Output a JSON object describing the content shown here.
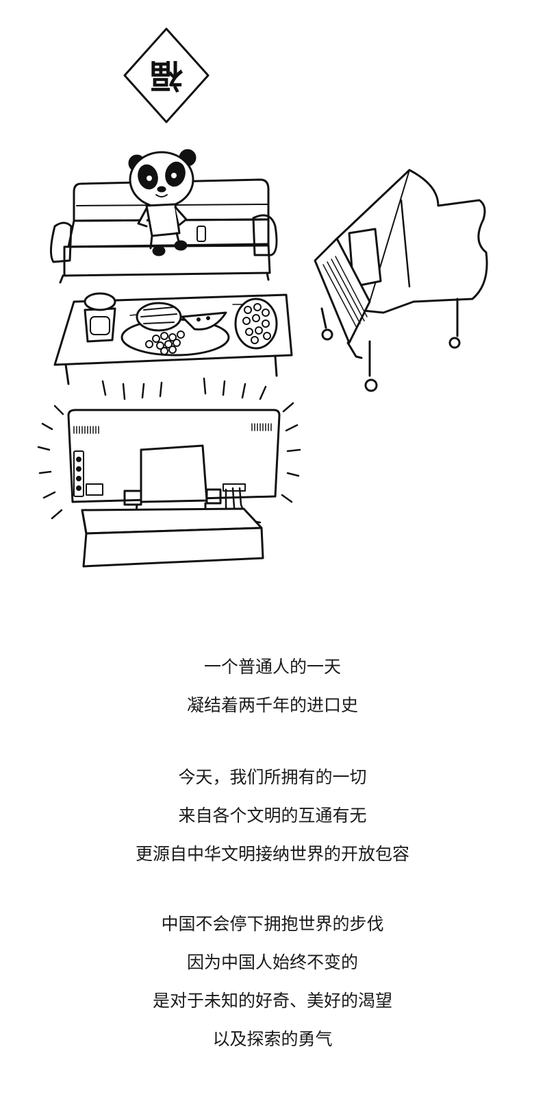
{
  "illustration": {
    "fu_sign_text": "福",
    "ink_color": "#111111",
    "paper_color": "#ffffff"
  },
  "poem": {
    "stanzas": [
      {
        "lines": [
          "一个普通人的一天",
          "凝结着两千年的进口史"
        ]
      },
      {
        "lines": [
          "今天，我们所拥有的一切",
          "来自各个文明的互通有无",
          "更源自中华文明接纳世界的开放包容"
        ]
      },
      {
        "lines": [
          "中国不会停下拥抱世界的步伐",
          "因为中国人始终不变的",
          "是对于未知的好奇、美好的渴望",
          "以及探索的勇气"
        ]
      }
    ]
  }
}
